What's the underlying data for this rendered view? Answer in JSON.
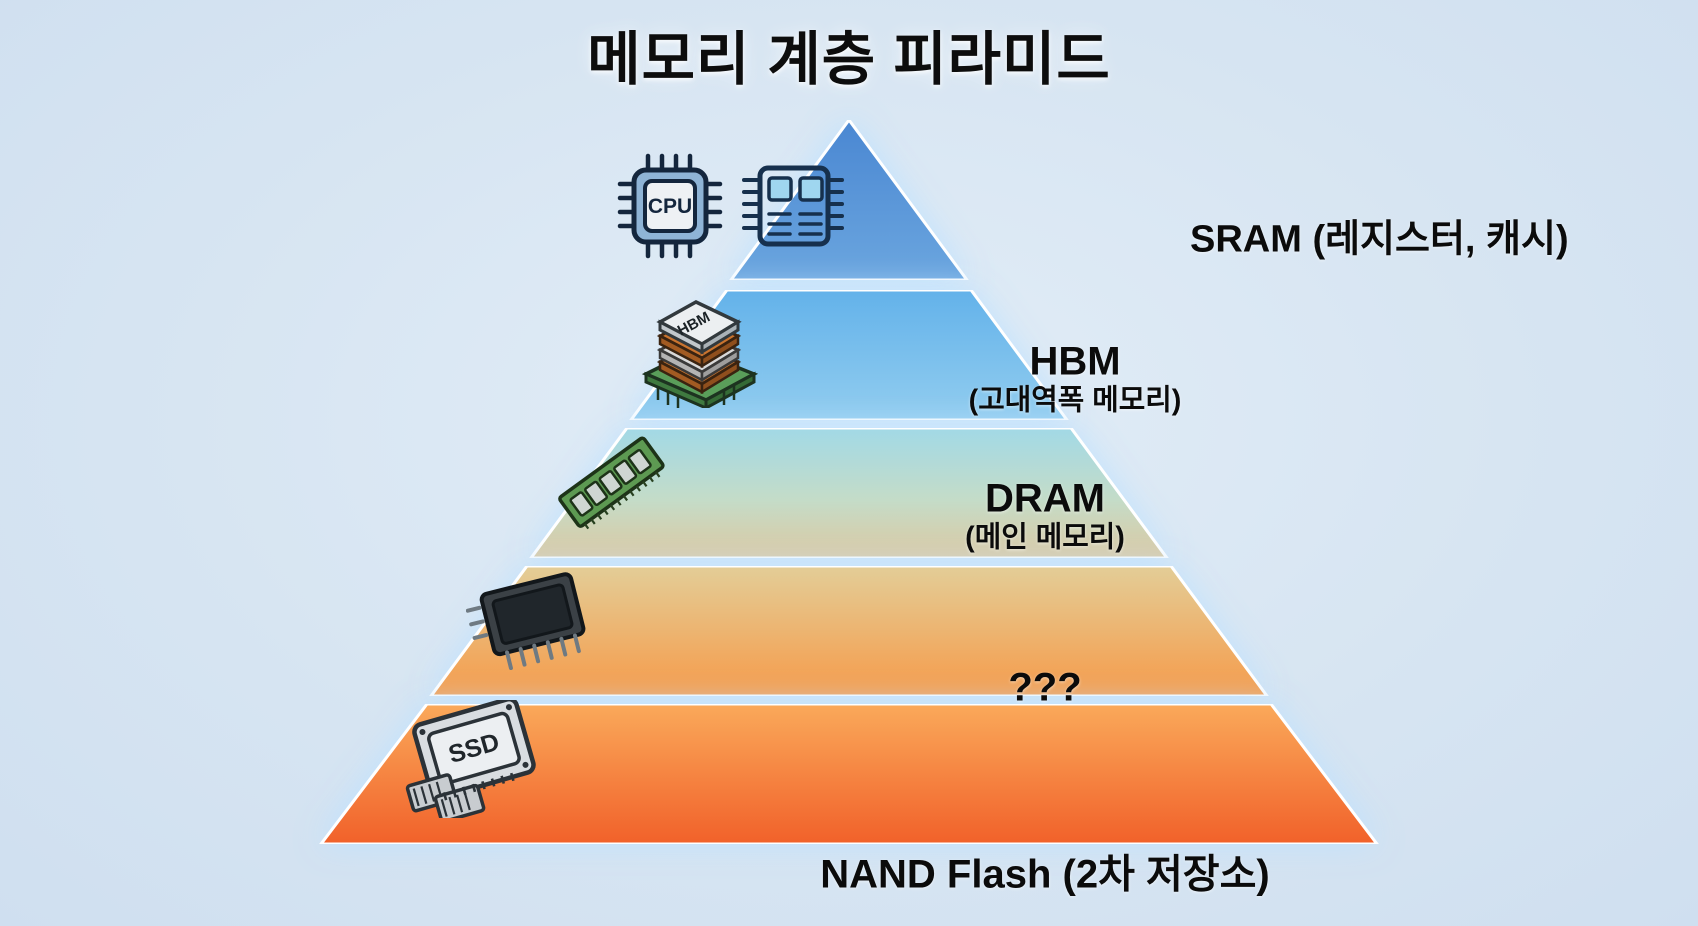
{
  "title": "메모리 계층 피라미드",
  "background_color": "#dce8f5",
  "chart_data": {
    "type": "pyramid",
    "title": "메모리 계층 피라미드",
    "orientation": "apex-top",
    "levels": [
      {
        "rank": 1,
        "label": "SRAM (레지스터, 캐시)",
        "sublabel": "",
        "icons": [
          "cpu-chip-icon",
          "sram-cache-chip-icon"
        ],
        "fill_start": "#4f8fd6",
        "fill_end": "#6fa9e0"
      },
      {
        "rank": 2,
        "label": "HBM",
        "sublabel": "(고대역폭 메모리)",
        "icons": [
          "hbm-stack-icon"
        ],
        "fill_start": "#63b0e8",
        "fill_end": "#8ecbee"
      },
      {
        "rank": 3,
        "label": "DRAM",
        "sublabel": "(메인 메모리)",
        "icons": [
          "dram-module-icon"
        ],
        "fill_start": "#9ed7e4",
        "fill_end": "#d8c9a4"
      },
      {
        "rank": 4,
        "label": "???",
        "sublabel": "",
        "icons": [
          "nand-chip-icon"
        ],
        "fill_start": "#e8c98e",
        "fill_end": "#f59a4a"
      },
      {
        "rank": 5,
        "label": "NAND Flash (2차 저장소)",
        "sublabel": "",
        "icons": [
          "ssd-drive-icon"
        ],
        "fill_start": "#f9a košice",
        "fill_end": "#f2622a"
      }
    ]
  },
  "icons": {
    "cpu": {
      "name": "cpu-chip-icon",
      "text": "CPU"
    },
    "sram": {
      "name": "sram-cache-chip-icon",
      "text": ""
    },
    "hbm": {
      "name": "hbm-stack-icon",
      "text": "HBM"
    },
    "dram": {
      "name": "dram-module-icon",
      "text": ""
    },
    "nandchip": {
      "name": "nand-chip-icon",
      "text": ""
    },
    "ssd": {
      "name": "ssd-drive-icon",
      "text": "SSD"
    }
  }
}
